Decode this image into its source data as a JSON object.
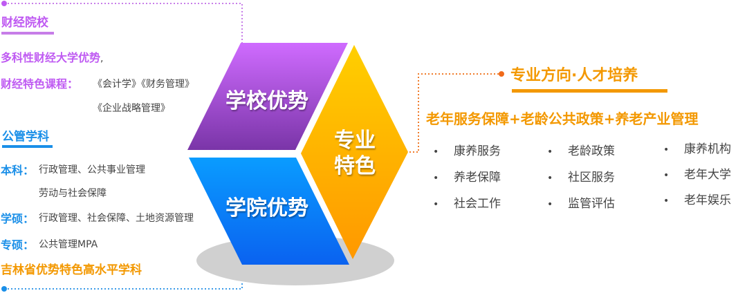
{
  "left": {
    "school": {
      "heading": "财经院校",
      "line1": "多科性财经大学优势",
      "line1_punct": ",",
      "courses_label": "财经特色课程：",
      "courses_line1": "《会计学》《财务管理》",
      "courses_line2": "《企业战略管理》"
    },
    "discipline": {
      "heading": "公管学科",
      "undergrad_label": "本科：",
      "undergrad_line1": "行政管理、公共事业管理",
      "undergrad_line2": "劳动与社会保障",
      "master_label": "学硕：",
      "master_value": "行政管理、社会保障、土地资源管理",
      "prof_label": "专硕：",
      "prof_value": "公共管理MPA",
      "highlight": "吉林省优势特色高水平学科"
    }
  },
  "center": {
    "top_label": "学校优势",
    "bottom_label": "学院优势",
    "right_label_line1": "专业",
    "right_label_line2": "特色"
  },
  "right": {
    "heading": "专业方向·人才培养",
    "subheading": "老年服务保障+老龄公共政策+养老产业管理",
    "columns": [
      [
        "康养服务",
        "养老保障",
        "社会工作"
      ],
      [
        "老龄政策",
        "社区服务",
        "监管评估"
      ],
      [
        "康养机构",
        "老年大学",
        "老年娱乐"
      ]
    ],
    "bullet": "•"
  },
  "colors": {
    "purple": "#bf5af2",
    "blue": "#1a8fe8",
    "orange": "#f39800"
  }
}
